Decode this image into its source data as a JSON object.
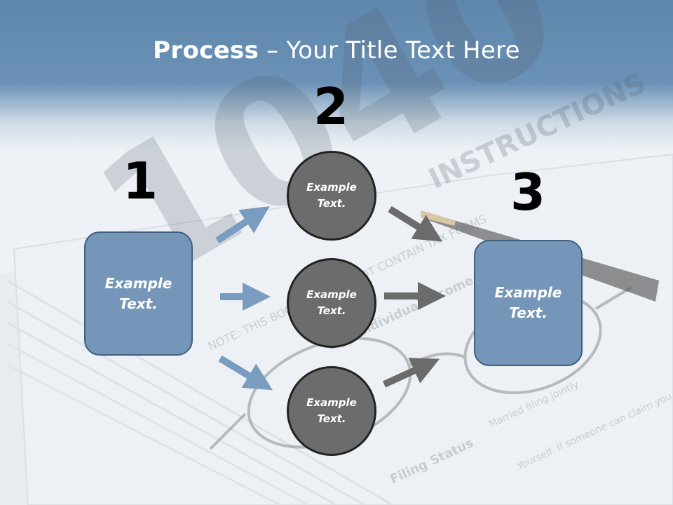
{
  "slide": {
    "title_bold": "Process",
    "title_sep": " – ",
    "title_rest": "Your Title Text Here"
  },
  "steps": [
    {
      "number": "1"
    },
    {
      "number": "2"
    },
    {
      "number": "3"
    }
  ],
  "left_box": {
    "label": "Example\nText."
  },
  "circles": [
    {
      "label": "Example\nText."
    },
    {
      "label": "Example\nText."
    },
    {
      "label": "Example\nText."
    }
  ],
  "right_box": {
    "label": "Example\nText."
  },
  "colors": {
    "header": "#6a91b6",
    "box_fill": "#7596b8",
    "circle_fill": "#6c6c6c",
    "blue_arrow": "#7a9cc0",
    "gray_arrow": "#6b6b6b"
  }
}
